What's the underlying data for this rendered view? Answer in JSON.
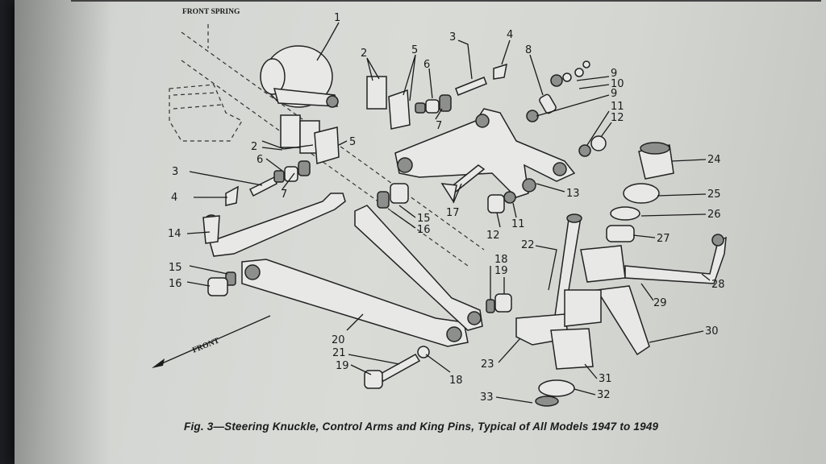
{
  "figure": {
    "caption": "Fig. 3—Steering Knuckle, Control Arms and King Pins, Typical of All Models 1947 to 1949",
    "labels": {
      "front_spring": "FRONT SPRING",
      "front": "FRONT"
    },
    "callouts": {
      "c1": "1",
      "c2a": "2",
      "c2b": "2",
      "c3a": "3",
      "c3b": "3",
      "c4a": "4",
      "c4b": "4",
      "c5a": "5",
      "c5b": "5",
      "c6a": "6",
      "c6b": "6",
      "c7a": "7",
      "c7b": "7",
      "c8": "8",
      "c9a": "9",
      "c9b": "9",
      "c10": "10",
      "c11a": "11",
      "c11b": "11",
      "c12a": "12",
      "c12b": "12",
      "c13": "13",
      "c14": "14",
      "c15a": "15",
      "c15b": "15",
      "c16a": "16",
      "c16b": "16",
      "c17": "17",
      "c18a": "18",
      "c18b": "18",
      "c19a": "19",
      "c19b": "19",
      "c20": "20",
      "c21": "21",
      "c22": "22",
      "c23": "23",
      "c24": "24",
      "c25": "25",
      "c26": "26",
      "c27": "27",
      "c28": "28",
      "c29": "29",
      "c30": "30",
      "c31": "31",
      "c32": "32",
      "c33": "33"
    }
  }
}
